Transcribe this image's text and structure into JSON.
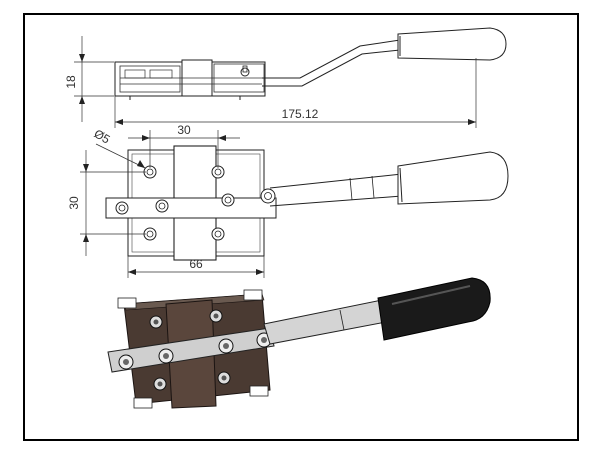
{
  "dimensions": {
    "height_side": "18",
    "length_total": "175.12",
    "hole_diameter": "Ø5",
    "hole_spacing": "30",
    "height_plan": "30",
    "base_width": "66"
  },
  "colors": {
    "line": "#222222",
    "body_3d": "#4a3a32",
    "metal_3d": "#cfcfcf",
    "grip_3d": "#1a1a1a"
  }
}
